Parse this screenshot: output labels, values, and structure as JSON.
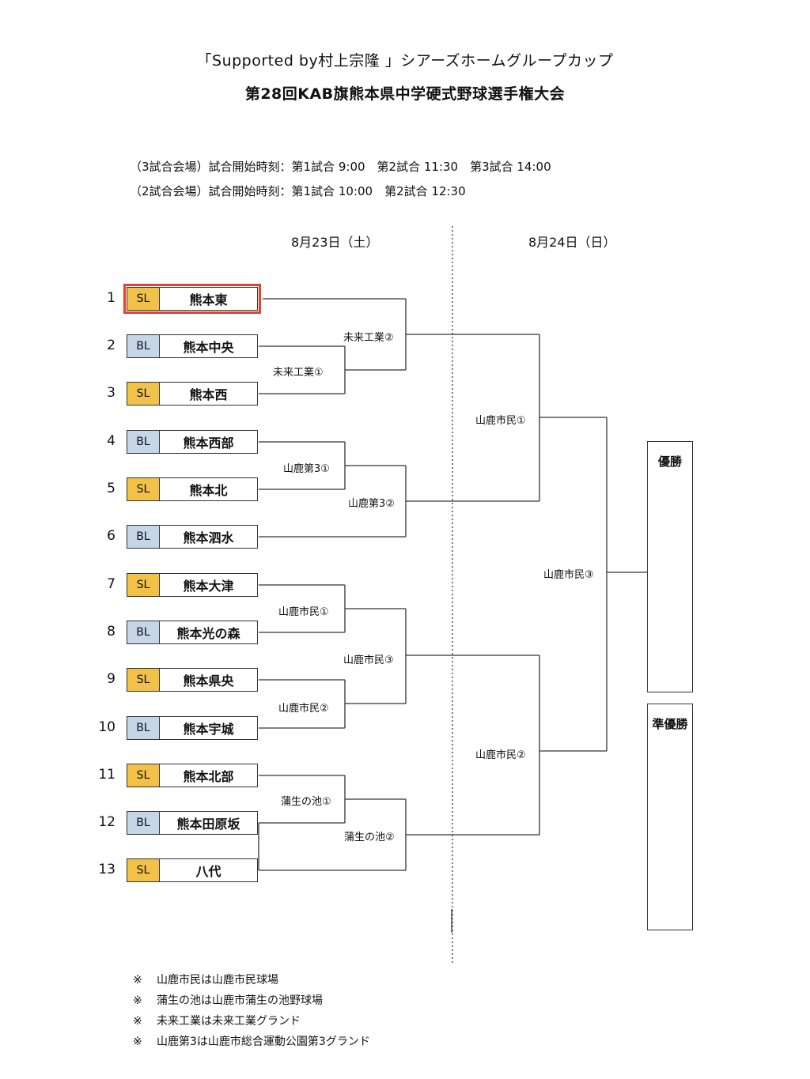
{
  "header": {
    "title_line1": "「Supported by村上宗隆 」シアーズホームグループカップ",
    "title_line2": "第28回KAB旗熊本県中学硬式野球選手権大会"
  },
  "schedule": {
    "line1": "（3試合会場）試合開始時刻：第1試合 9:00　第2試合 11:30　第3試合 14:00",
    "line2": "（2試合会場）試合開始時刻：第1試合 10:00　第2試合 12:30"
  },
  "days": {
    "day1": "8月23日（土）",
    "day2": "8月24日（日）"
  },
  "teams": [
    {
      "num": "1",
      "league": "SL",
      "name": "熊本東"
    },
    {
      "num": "2",
      "league": "BL",
      "name": "熊本中央"
    },
    {
      "num": "3",
      "league": "SL",
      "name": "熊本西"
    },
    {
      "num": "4",
      "league": "BL",
      "name": "熊本西部"
    },
    {
      "num": "5",
      "league": "SL",
      "name": "熊本北"
    },
    {
      "num": "6",
      "league": "BL",
      "name": "熊本泗水"
    },
    {
      "num": "7",
      "league": "SL",
      "name": "熊本大津"
    },
    {
      "num": "8",
      "league": "BL",
      "name": "熊本光の森"
    },
    {
      "num": "9",
      "league": "SL",
      "name": "熊本県央"
    },
    {
      "num": "10",
      "league": "BL",
      "name": "熊本宇城"
    },
    {
      "num": "11",
      "league": "SL",
      "name": "熊本北部"
    },
    {
      "num": "12",
      "league": "BL",
      "name": "熊本田原坂"
    },
    {
      "num": "13",
      "league": "SL",
      "name": "八代"
    }
  ],
  "matches": {
    "m_2_3": "未来工業①",
    "m_1_w": "未来工業②",
    "m_4_5": "山鹿第3①",
    "m_w_6": "山鹿第3②",
    "m_7_8": "山鹿市民①",
    "m_9_10": "山鹿市民②",
    "m_78_910": "山鹿市民③",
    "m_11_12": "蒲生の池①",
    "m_w_13": "蒲生の池②",
    "sf1": "山鹿市民①",
    "sf2": "山鹿市民②",
    "final": "山鹿市民③"
  },
  "results": {
    "winner": "優勝",
    "runner_up": "準優勝"
  },
  "notes": {
    "mark": "※",
    "items": [
      "山鹿市民は山鹿市民球場",
      "蒲生の池は山鹿市蒲生の池野球場",
      "未来工業は未来工業グランド",
      "山鹿第3は山鹿市総合運動公園第3グランド"
    ]
  }
}
